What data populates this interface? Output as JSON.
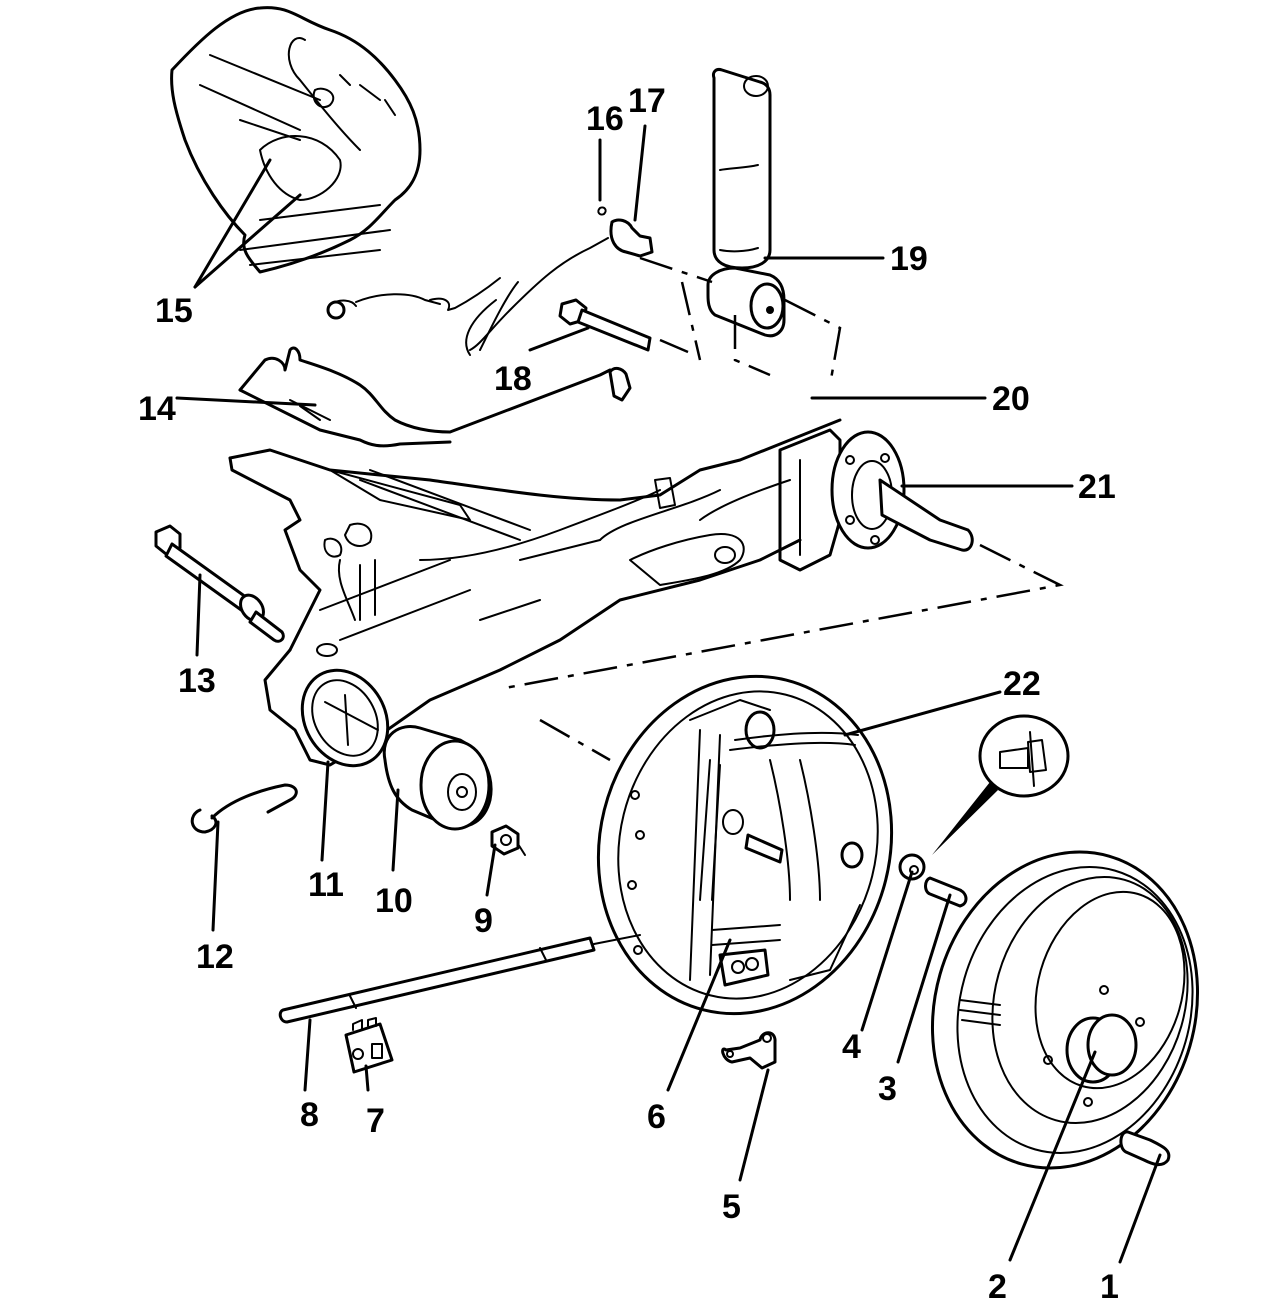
{
  "diagram": {
    "type": "exploded-parts-diagram",
    "subject": "rear axle beam with drum brake assembly",
    "colors": {
      "line": "#000000",
      "background": "#ffffff"
    },
    "callouts": [
      {
        "id": 1,
        "label": "1",
        "part": "wheel-bolt"
      },
      {
        "id": 2,
        "label": "2",
        "part": "brake-drum"
      },
      {
        "id": 3,
        "label": "3",
        "part": "bolt"
      },
      {
        "id": 4,
        "label": "4",
        "part": "cap"
      },
      {
        "id": 5,
        "label": "5",
        "part": "bracket-clip"
      },
      {
        "id": 6,
        "label": "6",
        "part": "brake-backing-plate-assembly"
      },
      {
        "id": 7,
        "label": "7",
        "part": "cable-clip"
      },
      {
        "id": 8,
        "label": "8",
        "part": "handbrake-cable"
      },
      {
        "id": 9,
        "label": "9",
        "part": "nut"
      },
      {
        "id": 10,
        "label": "10",
        "part": "bushing"
      },
      {
        "id": 11,
        "label": "11",
        "part": "axle-beam-eye"
      },
      {
        "id": 12,
        "label": "12",
        "part": "spring-clip"
      },
      {
        "id": 13,
        "label": "13",
        "part": "pivot-bolt"
      },
      {
        "id": 14,
        "label": "14",
        "part": "mounting-bracket"
      },
      {
        "id": 15,
        "label": "15",
        "part": "body-mounting-point"
      },
      {
        "id": 16,
        "label": "16",
        "part": "small-bolt"
      },
      {
        "id": 17,
        "label": "17",
        "part": "brake-hose-bracket"
      },
      {
        "id": 18,
        "label": "18",
        "part": "shock-absorber-bolt"
      },
      {
        "id": 19,
        "label": "19",
        "part": "shock-absorber"
      },
      {
        "id": 20,
        "label": "20",
        "part": "nut"
      },
      {
        "id": 21,
        "label": "21",
        "part": "stub-axle"
      },
      {
        "id": 22,
        "label": "22",
        "part": "return-spring"
      }
    ]
  }
}
